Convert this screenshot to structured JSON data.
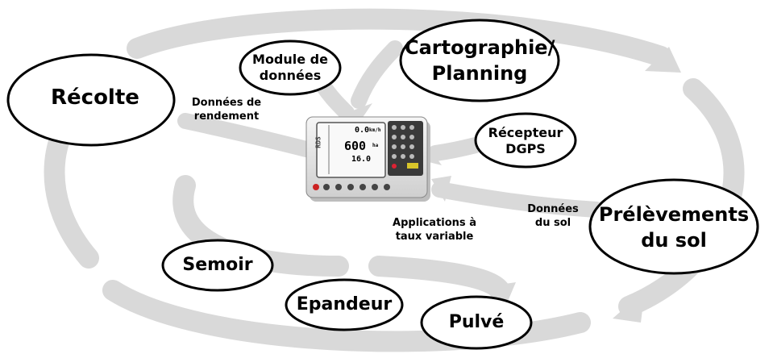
{
  "nodes": {
    "recolte": "Récolte",
    "module_line1": "Module de",
    "module_line2": "données",
    "cartographie_line1": "Cartographie/",
    "cartographie_line2": "Planning",
    "recepteur_line1": "Récepteur",
    "recepteur_line2": "DGPS",
    "prelevements_line1": "Prélèvements",
    "prelevements_line2": "du sol",
    "semoir": "Semoir",
    "epandeur": "Epandeur",
    "pulve": "Pulvé"
  },
  "annotations": {
    "rendement_line1": "Données de",
    "rendement_line2": "rendement",
    "sol_line1": "Données",
    "sol_line2": "du sol",
    "applications_line1": "Applications à",
    "applications_line2": "taux variable"
  },
  "device": {
    "readout_1": "0.0",
    "readout_2": "600",
    "readout_3": "16.0",
    "unit_1": "km/h",
    "unit_2": "ha",
    "brand_text": "RDS"
  },
  "colors": {
    "arrow_gray": "#d6d6d6",
    "ellipse_stroke": "#000000",
    "ellipse_fill": "#ffffff",
    "device_body": "#e9e9e9",
    "device_keys": "#3a3a3a"
  }
}
